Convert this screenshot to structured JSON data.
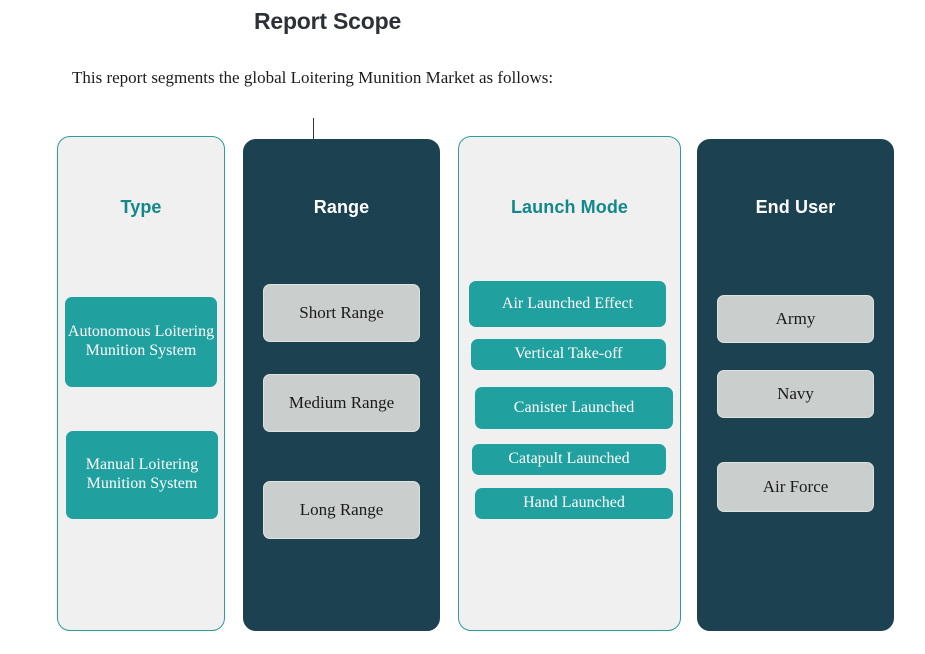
{
  "header": {
    "title": "Report Scope",
    "subtitle": "This report segments the global Loitering Munition Market as follows:"
  },
  "theme": {
    "teal": "#21a0a0",
    "teal_title": "#13888c",
    "dark_navy": "#1c4150",
    "light_card": "#f0f0f0",
    "gray_chip": "#cacfce",
    "title_text": "#2b3137"
  },
  "columns": [
    {
      "title": "Type",
      "style": "light",
      "items": [
        {
          "label": "Autonomous Loitering Munition System"
        },
        {
          "label": "Manual Loitering Munition System"
        }
      ]
    },
    {
      "title": "Range",
      "style": "dark",
      "items": [
        {
          "label": "Short Range"
        },
        {
          "label": "Medium Range"
        },
        {
          "label": "Long Range"
        }
      ]
    },
    {
      "title": "Launch Mode",
      "style": "light",
      "items": [
        {
          "label": "Air Launched Effect"
        },
        {
          "label": "Vertical Take-off"
        },
        {
          "label": "Canister Launched"
        },
        {
          "label": "Catapult Launched"
        },
        {
          "label": "Hand Launched"
        }
      ]
    },
    {
      "title": "End User",
      "style": "dark",
      "items": [
        {
          "label": "Army"
        },
        {
          "label": "Navy"
        },
        {
          "label": "Air Force"
        }
      ]
    }
  ]
}
